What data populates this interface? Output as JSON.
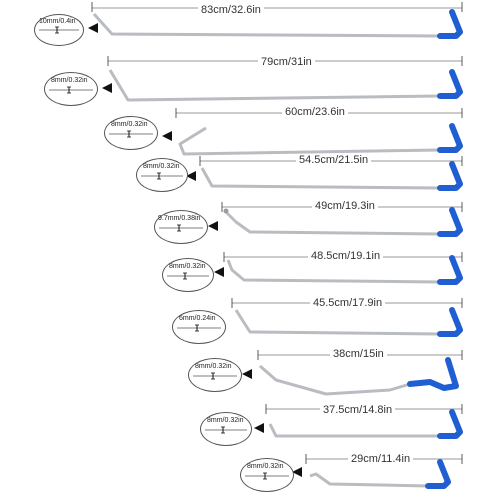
{
  "rods": [
    {
      "length_label": "83cm/32.6in",
      "diameter_label": "10mm/0.4in"
    },
    {
      "length_label": "79cm/31in",
      "diameter_label": "8mm/0.32in"
    },
    {
      "length_label": "60cm/23.6in",
      "diameter_label": "8mm/0.32in"
    },
    {
      "length_label": "54.5cm/21.5in",
      "diameter_label": "8mm/0.32in"
    },
    {
      "length_label": "49cm/19.3in",
      "diameter_label": "9.7mm/0.38in"
    },
    {
      "length_label": "48.5cm/19.1in",
      "diameter_label": "8mm/0.32in"
    },
    {
      "length_label": "45.5cm/17.9in",
      "diameter_label": "6mm/0.24in"
    },
    {
      "length_label": "38cm/15in",
      "diameter_label": "8mm/0.32in"
    },
    {
      "length_label": "37.5cm/14.8in",
      "diameter_label": "8mm/0.32in"
    },
    {
      "length_label": "29cm/11.4in",
      "diameter_label": "8mm/0.32in"
    }
  ],
  "colors": {
    "handle": "#1f5fd1",
    "rod": "#b9bcc0",
    "dimension_line": "#333333"
  }
}
